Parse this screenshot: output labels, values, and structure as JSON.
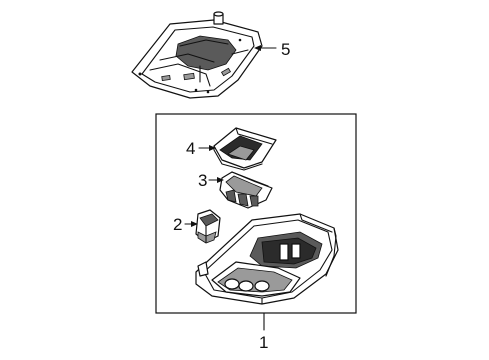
{
  "callouts": {
    "c1": "1",
    "c2": "2",
    "c3": "3",
    "c4": "4",
    "c5": "5"
  },
  "colors": {
    "line": "#111111",
    "shade_dark": "#2b2b2b",
    "shade_mid": "#5a5a5a",
    "shade_light": "#9a9a9a",
    "background": "#ffffff"
  }
}
